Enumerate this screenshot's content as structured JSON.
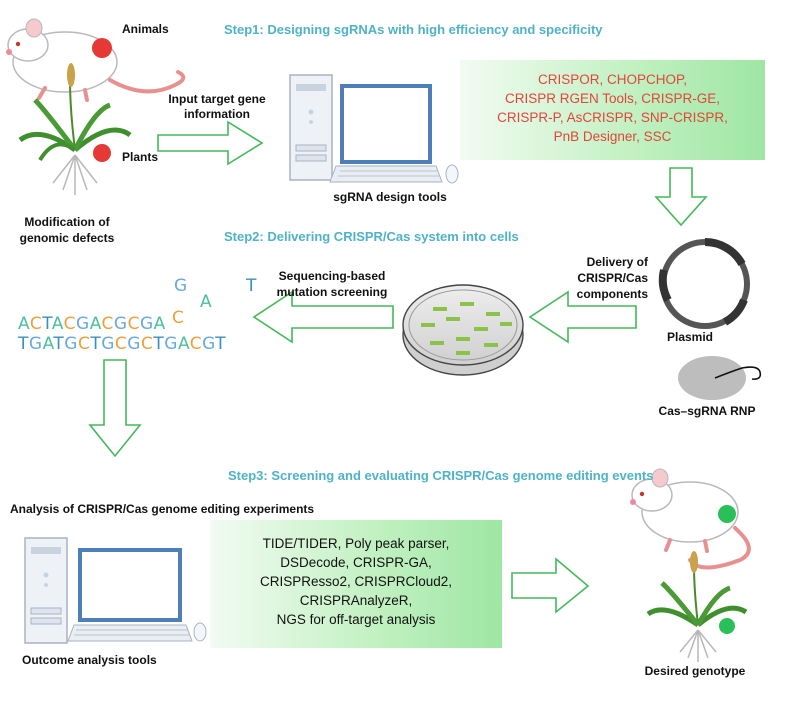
{
  "steps": {
    "step1": "Step1: Designing sgRNAs with high efficiency and specificity",
    "step2": "Step2: Delivering CRISPR/Cas system into cells",
    "step3": "Step3: Screening and evaluating CRISPR/Cas genome editing events"
  },
  "labels": {
    "animals": "Animals",
    "plants": "Plants",
    "modification_line1": "Modification of",
    "modification_line2": "genomic defects",
    "input_line1": "Input target gene",
    "input_line2": "information",
    "sgrna_tools": "sgRNA design tools",
    "delivery_line1": "Delivery of",
    "delivery_line2": "CRISPR/Cas",
    "delivery_line3": "components",
    "plasmid": "Plasmid",
    "rnp": "Cas–sgRNA RNP",
    "seq_line1": "Sequencing-based",
    "seq_line2": "mutation screening",
    "analysis_title": "Analysis of CRISPR/Cas genome editing experiments",
    "outcome_tools": "Outcome analysis tools",
    "desired_genotype": "Desired genotype"
  },
  "design_tools": [
    "CRISPOR, CHOPCHOP,",
    "CRISPR RGEN Tools, CRISPR-GE,",
    "CRISPR-P, AsCRISPR, SNP-CRISPR,",
    "PnB Designer, SSC"
  ],
  "analysis_tools": [
    "TIDE/TIDER, Poly peak parser,",
    "DSDecode, CRISPR-GA,",
    "CRISPResso2, CRISPRCloud2,",
    "CRISPRAnalyzeR,",
    "NGS for off-target analysis"
  ],
  "sequence": {
    "top": [
      "A",
      "C",
      "T",
      "A",
      "C",
      "G",
      "A",
      "C",
      "G",
      "C",
      "G",
      "A"
    ],
    "top_end": "C",
    "insert": [
      "G",
      "A",
      "T"
    ],
    "bottom": [
      "T",
      "G",
      "A",
      "T",
      "G",
      "C",
      "T",
      "G",
      "C",
      "G",
      "C",
      "T",
      "G",
      "A",
      "C",
      "G",
      "T"
    ]
  },
  "colors": {
    "A": "#4bbf9f",
    "C": "#f0a03a",
    "G": "#6aa8e0",
    "T": "#3a8fbf",
    "arrow": "#44b95a",
    "defect": "#e53935",
    "corrected": "#2bbf5a"
  }
}
